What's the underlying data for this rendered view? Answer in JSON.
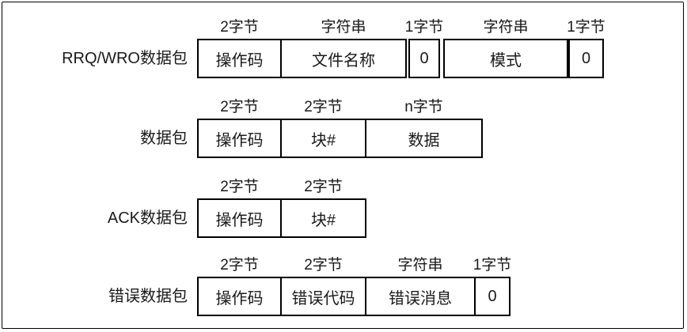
{
  "colors": {
    "background": "#ffffff",
    "border": "#000000",
    "text": "#1a1a1a"
  },
  "packets": [
    {
      "name": "RRQ/WRO数据包",
      "fields": [
        {
          "size": "2字节",
          "label": "操作码"
        },
        {
          "size": "字符串",
          "label": "文件名称"
        },
        {
          "size": "1字节",
          "label": "0"
        },
        {
          "size": "字符串",
          "label": "模式"
        },
        {
          "size": "1字节",
          "label": "0"
        }
      ]
    },
    {
      "name": "数据包",
      "fields": [
        {
          "size": "2字节",
          "label": "操作码"
        },
        {
          "size": "2字节",
          "label": "块#"
        },
        {
          "size": "n字节",
          "label": "数据"
        }
      ]
    },
    {
      "name": "ACK数据包",
      "fields": [
        {
          "size": "2字节",
          "label": "操作码"
        },
        {
          "size": "2字节",
          "label": "块#"
        }
      ]
    },
    {
      "name": "错误数据包",
      "fields": [
        {
          "size": "2字节",
          "label": "操作码"
        },
        {
          "size": "2字节",
          "label": "错误代码"
        },
        {
          "size": "字符串",
          "label": "错误消息"
        },
        {
          "size": "1字节",
          "label": "0"
        }
      ]
    }
  ]
}
